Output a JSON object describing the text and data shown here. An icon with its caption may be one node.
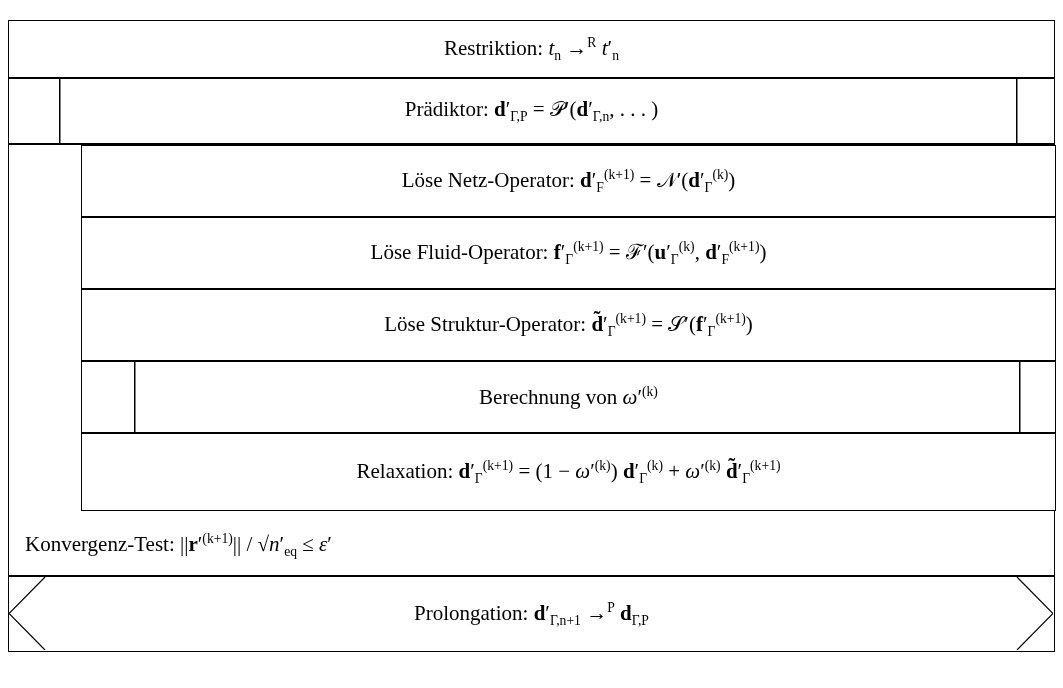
{
  "diagram": {
    "nodes": [
      {
        "text": [
          "Restriktion: *t*$_{n}$ →$^{R}$ *t*′$_{n}$"
        ]
      },
      {
        "text": [
          "Prädiktor: **d**′$_{Γ,P}$ = 𝒫′(**d**′$_{Γ,n}$, . . . )"
        ]
      },
      {
        "text": [
          "Konvergenz-Test: ||**r**′$^{(k+1)}$|| / √*n*′$_{eq}$ ≤ *ε*′"
        ]
      },
      {
        "text": [
          "Löse Netz-Operator: **d**′$_{F}$$^{(k+1)}$ = 𝒩′(**d**′$_{Γ}$$^{(k)}$)"
        ],
        "in": 2
      },
      {
        "text": [
          "Löse Fluid-Operator: **f**′$_{Γ}$$^{(k+1)}$ = ℱ′(**u**′$_{Γ}$$^{(k)}$, **d**′$_{F}$$^{(k+1)}$)"
        ],
        "in": 2
      },
      {
        "text": [
          "Löse Struktur-Operator: **d̃**′$_{Γ}$$^{(k+1)}$ = 𝒮′(**f**′$_{Γ}$$^{(k+1)}$)"
        ],
        "in": 2
      },
      {
        "text": [
          "Berechnung von *ω*′$^{(k)}$"
        ],
        "in": 2
      },
      {
        "text": [
          "Relaxation: **d**′$_{Γ}$$^{(k+1)}$ = (1 − *ω*′$^{(k)}$) **d**′$_{Γ}$$^{(k)}$ + *ω*′$^{(k)}$ **d̃**′$_{Γ}$$^{(k+1)}$"
        ],
        "in": 2
      },
      {
        "text": [
          "Prolongation: **d**′$_{Γ,n+1}$ →$^{P}$ **d**$_{Γ,P}$"
        ]
      }
    ]
  }
}
